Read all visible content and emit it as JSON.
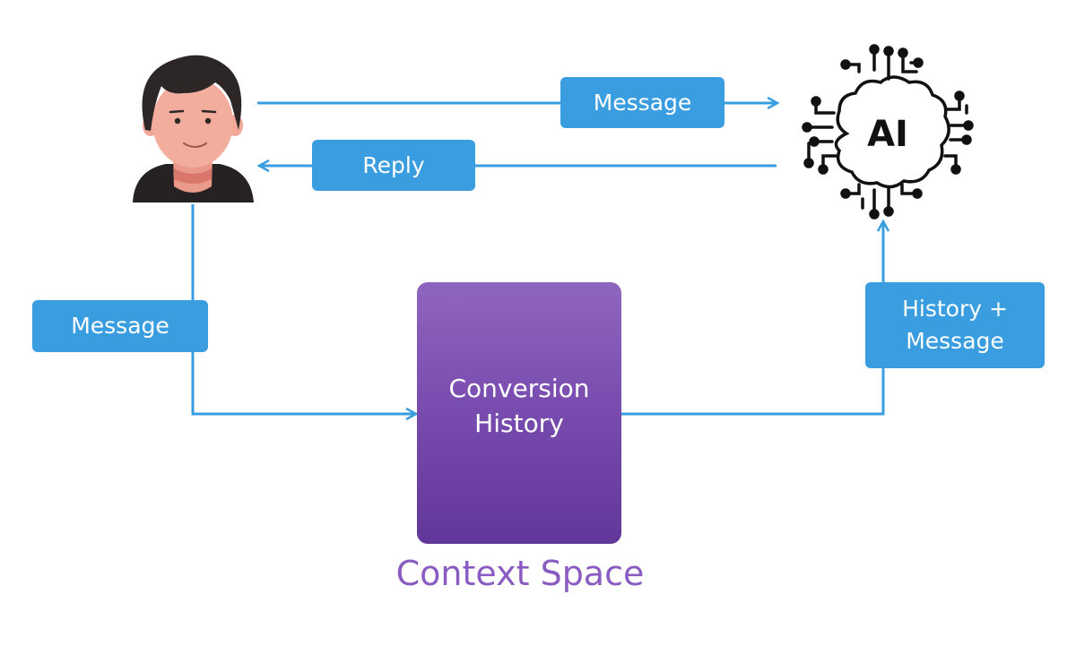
{
  "colors": {
    "arrow": "#3a9de0",
    "label_box": "#3a9de0",
    "context_box": "#7a4db0",
    "context_caption": "#8a5cc2"
  },
  "icons": {
    "user": "person-avatar-icon",
    "ai": "ai-chip-brain-icon"
  },
  "ai_icon_text": "AI",
  "labels": {
    "message_top": "Message",
    "reply": "Reply",
    "message_left": "Message",
    "history_message": "History +\nMessage"
  },
  "context_box": "Conversion\nHistory",
  "context_caption": "Context Space"
}
